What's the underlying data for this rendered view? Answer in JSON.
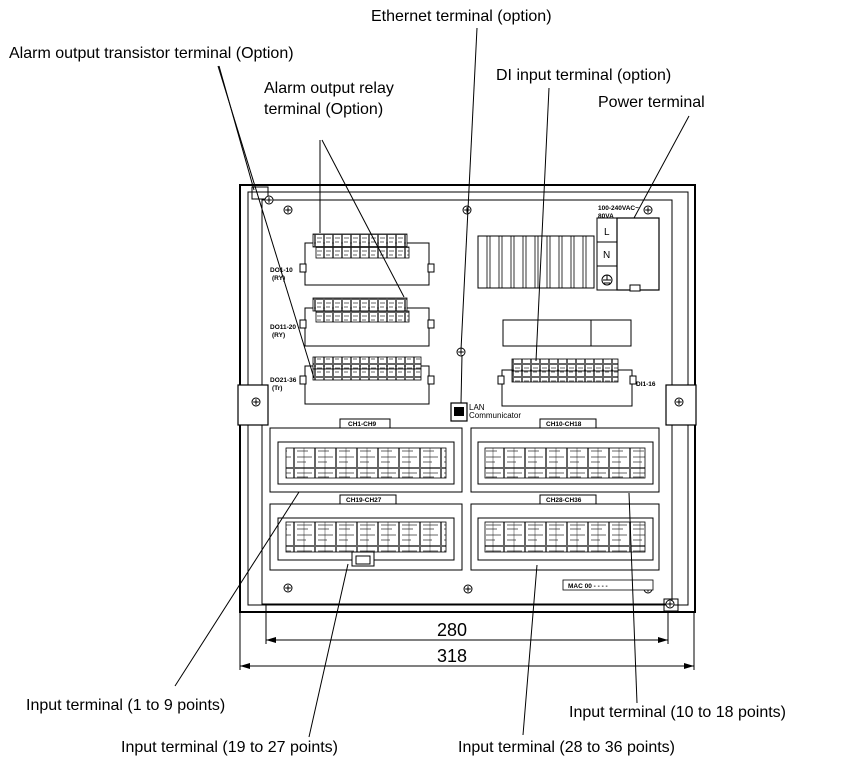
{
  "callouts": {
    "ethernet": "Ethernet terminal (option)",
    "alarm_transistor": "Alarm output transistor terminal (Option)",
    "di_input": "DI input terminal (option)",
    "alarm_relay_line1": "Alarm output relay",
    "alarm_relay_line2": "terminal (Option)",
    "power": "Power terminal",
    "input_1_9": "Input terminal (1 to 9 points)",
    "input_10_18": "Input terminal (10 to 18 points)",
    "input_19_27": "Input terminal (19 to 27 points)",
    "input_28_36": "Input terminal (28 to 36 points)"
  },
  "panel_labels": {
    "do_1_10": "DO1-10",
    "do_1_10_sub": "(RY)",
    "do_11_20": "DO11-20",
    "do_11_20_sub": "(RY)",
    "do_21_36": "DO21-36",
    "do_21_36_sub": "(Tr)",
    "power_rating_1": "100-240VAC~",
    "power_rating_2": "80VA",
    "power_L": "L",
    "power_N": "N",
    "lan_1": "LAN",
    "lan_2": "Communicator",
    "di_range": "DI1-16",
    "ch_1_9": "CH1-CH9",
    "ch_10_18": "CH10-CH18",
    "ch_19_27": "CH19-CH27",
    "ch_28_36": "CH28-CH36",
    "mac": "MAC 00 - - - -"
  },
  "dimensions": {
    "inner_width": "280",
    "outer_width": "318"
  }
}
